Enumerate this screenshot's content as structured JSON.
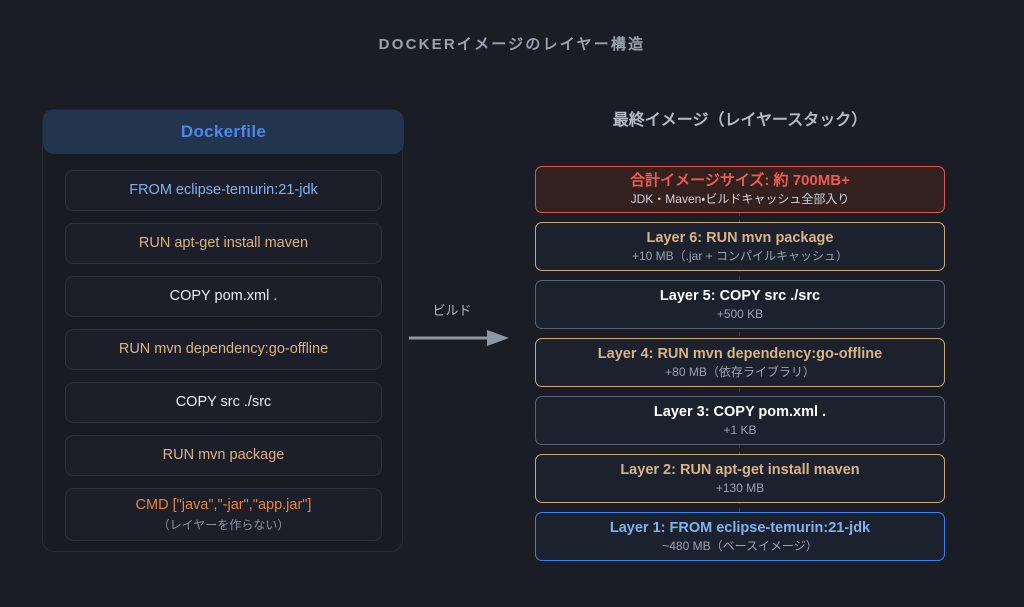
{
  "title": "DOCKERイメージのレイヤー構造",
  "dockerfile_panel": {
    "header": "Dockerfile",
    "items": [
      {
        "text": "FROM eclipse-temurin:21-jdk",
        "kind": "from",
        "sub": ""
      },
      {
        "text": "RUN apt-get install maven",
        "kind": "run",
        "sub": ""
      },
      {
        "text": "COPY pom.xml .",
        "kind": "copy",
        "sub": ""
      },
      {
        "text": "RUN mvn dependency:go-offline",
        "kind": "run",
        "sub": ""
      },
      {
        "text": "COPY src ./src",
        "kind": "copy",
        "sub": ""
      },
      {
        "text": "RUN mvn package",
        "kind": "run",
        "sub": ""
      },
      {
        "text": "CMD [\"java\",\"-jar\",\"app.jar\"]",
        "kind": "cmd",
        "sub": "（レイヤーを作らない）"
      }
    ]
  },
  "arrow": {
    "label": "ビルド",
    "icon": "arrow-right-icon"
  },
  "stack_panel": {
    "title": "最終イメージ（レイヤースタック）",
    "total": {
      "main": "合計イメージサイズ: 約 700MB+",
      "sub": "JDK・Maven・ビルドキャッシュ全部入り"
    },
    "layers": [
      {
        "main": "Layer 6: RUN mvn package",
        "sub": "+10 MB（.jar + コンパイルキャッシュ）",
        "style": "amber"
      },
      {
        "main": "Layer 5: COPY src ./src",
        "sub": "+500 KB",
        "style": "plain"
      },
      {
        "main": "Layer 4: RUN mvn dependency:go-offline",
        "sub": "+80 MB（依存ライブラリ）",
        "style": "amber"
      },
      {
        "main": "Layer 3: COPY pom.xml .",
        "sub": "+1 KB",
        "style": "plain"
      },
      {
        "main": "Layer 2: RUN apt-get install maven",
        "sub": "+130 MB",
        "style": "amber"
      },
      {
        "main": "Layer 1: FROM eclipse-temurin:21-jdk",
        "sub": "~480 MB（ベースイメージ）",
        "style": "blue"
      }
    ]
  },
  "colors": {
    "background": "#1a1d26",
    "accent_blue": "#4d87e8",
    "accent_amber": "#d9b384",
    "accent_orange": "#e8843c",
    "accent_red": "#ef5a4e",
    "text_primary": "#e9ecf2",
    "text_muted": "#9aa2b1"
  }
}
